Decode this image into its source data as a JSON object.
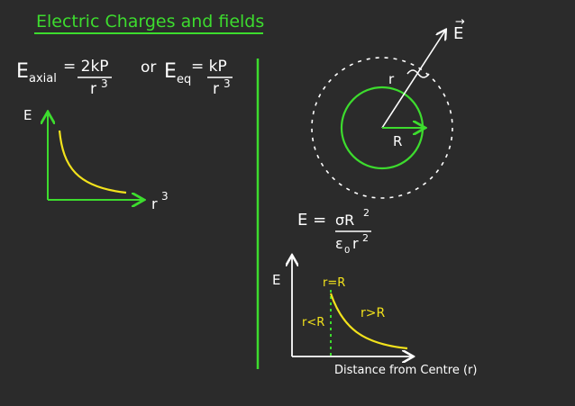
{
  "title": "Electric Charges and fields",
  "colors": {
    "background": "#2b2b2b",
    "chalk": "#ffffff",
    "green": "#3ddc2e",
    "yellow": "#f2e21c"
  },
  "formula_axial": {
    "E": "E",
    "sub": "axial",
    "num": "= 2kP",
    "den": "r",
    "den_exp": "3"
  },
  "formula_or": "or",
  "formula_eq": {
    "E": "E",
    "sub": "eq",
    "num": "= kP",
    "den": "r",
    "den_exp": "3"
  },
  "graph_left": {
    "y_label": "E",
    "x_label": "r",
    "x_exp": "3"
  },
  "sphere": {
    "field_label": "E",
    "field_arrow": "→",
    "r_label": "r",
    "R_label": "R"
  },
  "formula_sphere": {
    "lhs": "E =",
    "num": "σR",
    "num_exp": "2",
    "den": "ε",
    "den_sub": "0",
    "den_r": "r",
    "den_exp": "2"
  },
  "graph_right": {
    "y_label": "E",
    "r_eq_R": "r=R",
    "r_lt_R": "r<R",
    "r_gt_R": "r>R",
    "x_label": "Distance from Centre (r)"
  }
}
